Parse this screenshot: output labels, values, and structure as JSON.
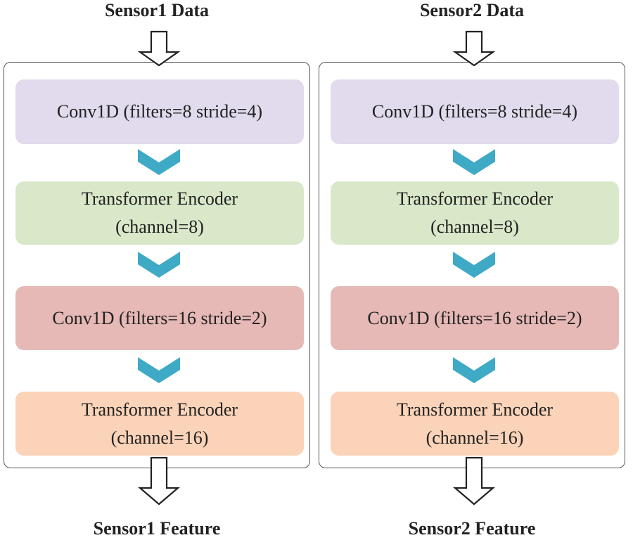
{
  "colors": {
    "conv1": "#e1dbed",
    "encoder1": "#d9e8c9",
    "conv2": "#e6b9b6",
    "encoder2": "#fbd3b8",
    "chevron": "#3eaac6",
    "panel_border": "#555555",
    "arrow_stroke": "#222222"
  },
  "columns": [
    {
      "title": "Sensor1 Data",
      "output": "Sensor1 Feature",
      "blocks": [
        {
          "line1": "Conv1D (filters=8 stride=4)",
          "line2": ""
        },
        {
          "line1": "Transformer Encoder",
          "line2": "(channel=8)"
        },
        {
          "line1": "Conv1D (filters=16 stride=2)",
          "line2": ""
        },
        {
          "line1": "Transformer Encoder",
          "line2": "(channel=16)"
        }
      ]
    },
    {
      "title": "Sensor2 Data",
      "output": "Sensor2 Feature",
      "blocks": [
        {
          "line1": "Conv1D (filters=8 stride=4)",
          "line2": ""
        },
        {
          "line1": "Transformer Encoder",
          "line2": "(channel=8)"
        },
        {
          "line1": "Conv1D (filters=16 stride=2)",
          "line2": ""
        },
        {
          "line1": "Transformer Encoder",
          "line2": "(channel=16)"
        }
      ]
    }
  ]
}
